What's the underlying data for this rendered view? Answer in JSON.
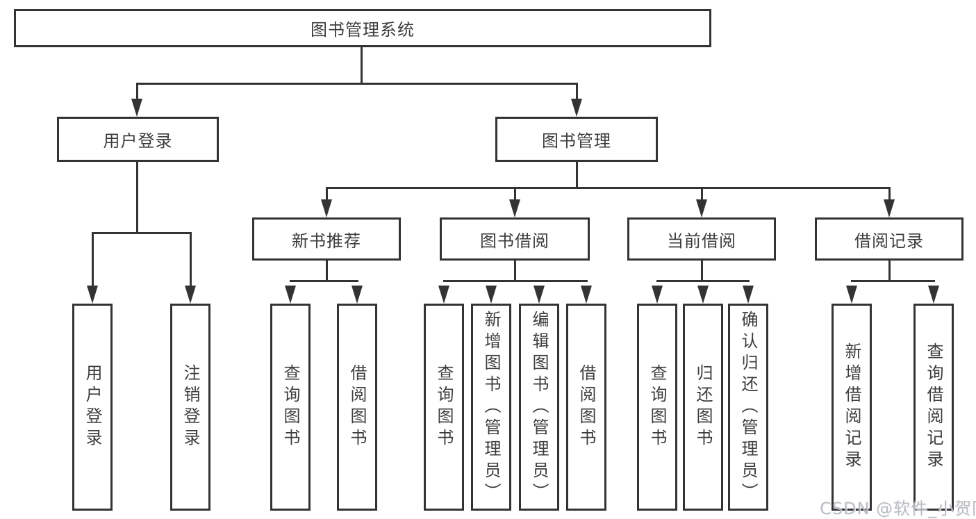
{
  "diagram": {
    "title": "图书管理系统",
    "root": {
      "label": "图书管理系统"
    },
    "level2": [
      {
        "label": "用户登录"
      },
      {
        "label": "图书管理"
      }
    ],
    "level3": [
      {
        "label": "新书推荐"
      },
      {
        "label": "图书借阅"
      },
      {
        "label": "当前借阅"
      },
      {
        "label": "借阅记录"
      }
    ],
    "leaves": [
      {
        "label": "用户登录",
        "parent": "用户登录"
      },
      {
        "label": "注销登录",
        "parent": "用户登录"
      },
      {
        "label": "查询图书",
        "parent": "新书推荐"
      },
      {
        "label": "借阅图书",
        "parent": "新书推荐"
      },
      {
        "label": "查询图书",
        "parent": "图书借阅"
      },
      {
        "label": "新增图书（管理员）",
        "parent": "图书借阅"
      },
      {
        "label": "编辑图书（管理员）",
        "parent": "图书借阅"
      },
      {
        "label": "借阅图书",
        "parent": "图书借阅"
      },
      {
        "label": "查询图书",
        "parent": "当前借阅"
      },
      {
        "label": "归还图书",
        "parent": "当前借阅"
      },
      {
        "label": "确认归还（管理员）",
        "parent": "当前借阅"
      },
      {
        "label": "新增借阅记录",
        "parent": "借阅记录"
      },
      {
        "label": "查询借阅记录",
        "parent": "借阅记录"
      }
    ],
    "watermark": "CSDN @软件_小贺同学",
    "colors": {
      "line": "#333333",
      "text": "#3d3d3d",
      "background": "#ffffff",
      "watermark": "#b3b8be"
    }
  }
}
